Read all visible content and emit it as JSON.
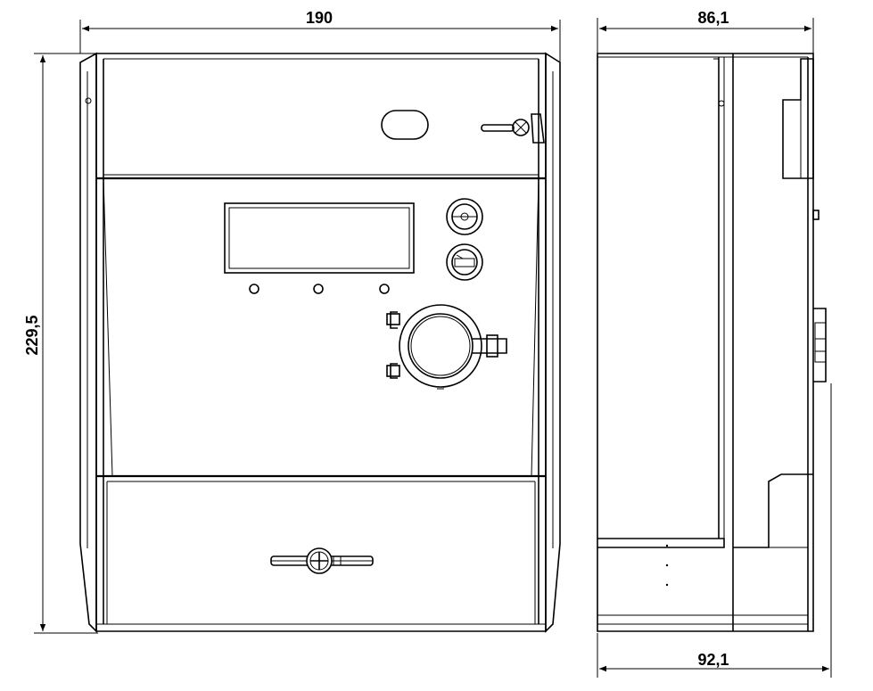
{
  "dimensions": {
    "width_front": "190",
    "height_front": "229,5",
    "depth_top": "86,1",
    "depth_bottom": "92,1"
  },
  "colors": {
    "line": "#000000",
    "background": "#ffffff"
  }
}
